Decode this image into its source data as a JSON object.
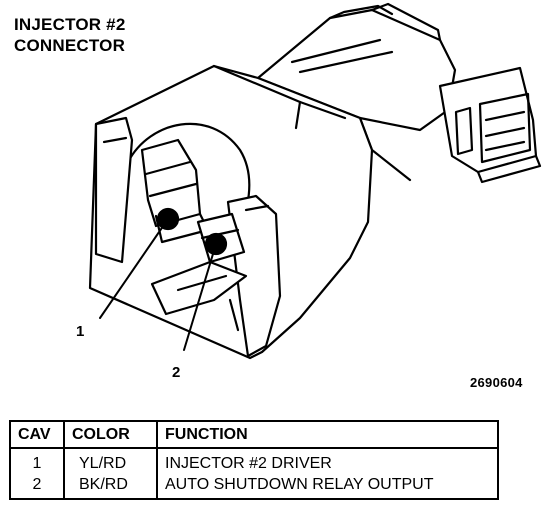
{
  "title": {
    "line1": "INJECTOR #2",
    "line2": "CONNECTOR"
  },
  "callouts": [
    "1",
    "2"
  ],
  "figure_id": "2690604",
  "pinout": {
    "headers": [
      "CAV",
      "COLOR",
      "FUNCTION"
    ],
    "rows": [
      {
        "cav": "1",
        "color": "YL/RD",
        "function": "INJECTOR #2 DRIVER"
      },
      {
        "cav": "2",
        "color": "BK/RD",
        "function": "AUTO SHUTDOWN RELAY OUTPUT"
      }
    ]
  }
}
